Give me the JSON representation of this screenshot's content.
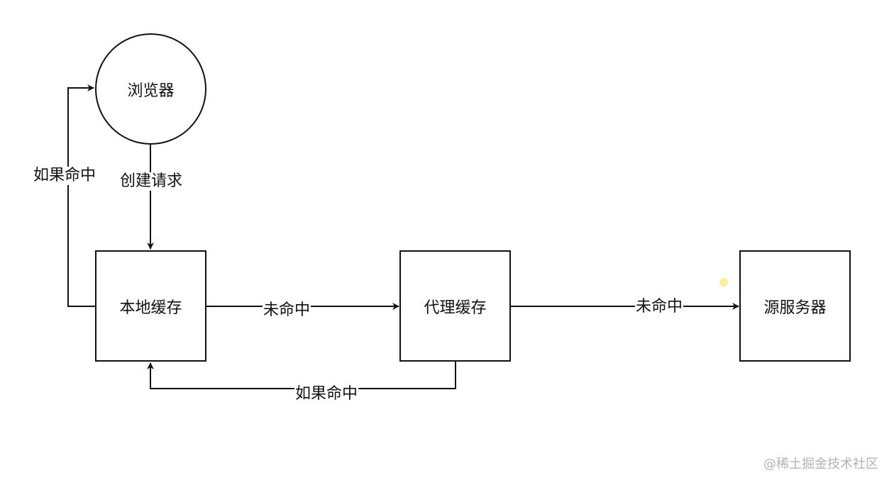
{
  "nodes": {
    "browser": "浏览器",
    "local_cache": "本地缓存",
    "proxy_cache": "代理缓存",
    "origin_server": "源服务器"
  },
  "edges": {
    "create_request": "创建请求",
    "hit_local_to_browser": "如果命中",
    "miss_local_to_proxy": "未命中",
    "miss_proxy_to_origin": "未命中",
    "hit_proxy_to_local": "如果命中"
  },
  "watermark": "@稀土掘金技术社区",
  "colors": {
    "stroke": "#111111",
    "background": "#ffffff",
    "watermark": "#b3b3b3"
  }
}
